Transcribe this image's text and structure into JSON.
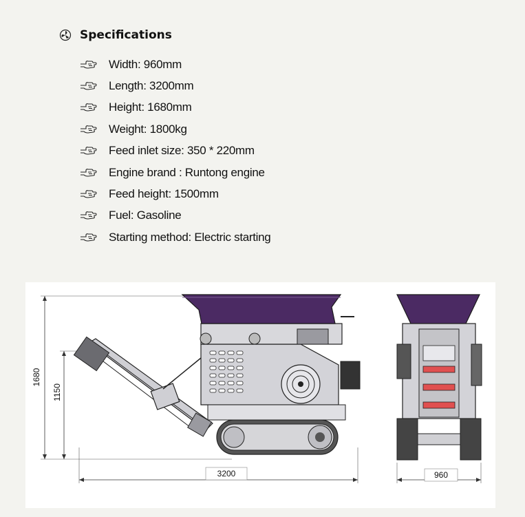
{
  "specs": {
    "title": "Specifications",
    "items": [
      {
        "label": "Width: 960mm"
      },
      {
        "label": "Length: 3200mm"
      },
      {
        "label": "Height: 1680mm"
      },
      {
        "label": "Weight: 1800kg"
      },
      {
        "label": "Feed inlet size: 350 * 220mm"
      },
      {
        "label": "Engine brand : Runtong engine"
      },
      {
        "label": "Feed height: 1500mm"
      },
      {
        "label": "Fuel: Gasoline"
      },
      {
        "label": "Starting method: Electric starting"
      }
    ]
  },
  "drawing": {
    "dim_height": "1680",
    "dim_feed": "1150",
    "dim_length": "3200",
    "dim_width": "960"
  },
  "colors": {
    "hopper": "#4b2a63",
    "body": "#d3d3d8",
    "line": "#222222"
  }
}
